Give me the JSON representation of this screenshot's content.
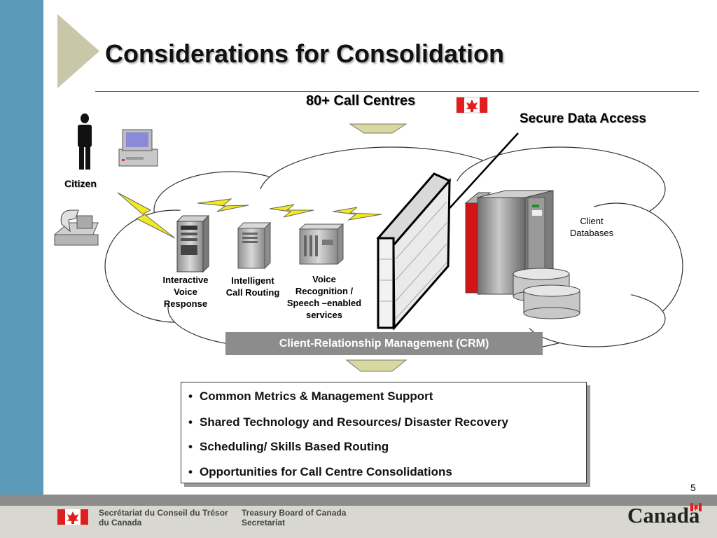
{
  "slide": {
    "title": "Considerations for Consolidation",
    "page_number": "5"
  },
  "diagram": {
    "call_centres": "80+ Call Centres",
    "secure_data_access": "Secure Data Access",
    "citizen": "Citizen",
    "ivr": [
      "Interactive",
      "Voice",
      "Response"
    ],
    "routing": [
      "Intelligent",
      "Call Routing"
    ],
    "voice": [
      "Voice",
      "Recognition /",
      "Speech –enabled",
      "services"
    ],
    "client_databases": [
      "Client",
      "Databases"
    ],
    "crm": "Client-Relationship Management (CRM)"
  },
  "bullets": [
    "Common Metrics & Management Support",
    "Shared Technology and Resources/ Disaster Recovery",
    "Scheduling/ Skills Based Routing",
    "Opportunities for Call Centre Consolidations"
  ],
  "footer": {
    "fr_line1": "Secrétariat du Conseil du Trésor",
    "fr_line2": "du Canada",
    "en_line1": "Treasury Board of Canada",
    "en_line2": "Secretariat",
    "wordmark": "Canada"
  },
  "colors": {
    "side_bar": "#5b9ab8",
    "flag_red": "#e01e1e",
    "lightning": "#f2ea1e",
    "arrow": "#d8d8a0"
  },
  "icons": [
    "person-icon",
    "computer-icon",
    "telephone-icon",
    "server-icon",
    "firewall-icon",
    "database-icon",
    "canada-flag-icon",
    "lightning-icon",
    "arrow-down-icon"
  ]
}
